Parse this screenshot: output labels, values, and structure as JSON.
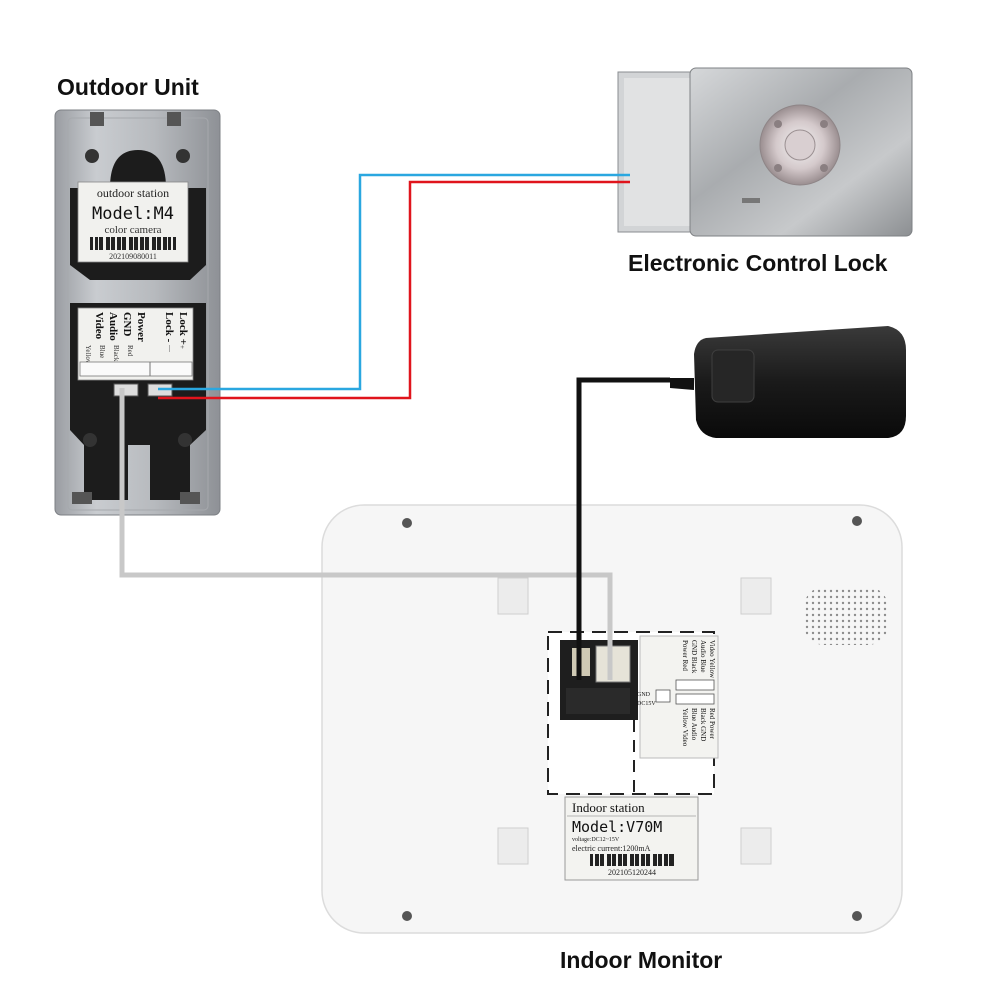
{
  "captions": {
    "outdoor_unit": "Outdoor Unit",
    "lock": "Electronic Control Lock",
    "indoor_monitor": "Indoor Monitor"
  },
  "outdoor_label": {
    "header": "outdoor station",
    "model": "Model:M4",
    "sub": "color camera",
    "serial": "202109080011"
  },
  "outdoor_terminals": {
    "names": [
      "Video",
      "Audio",
      "GND",
      "Power",
      "Lock -",
      "Lock +"
    ],
    "colors": [
      "Yellow",
      "Blue",
      "Black",
      "Red",
      "—",
      "+"
    ]
  },
  "indoor_label": {
    "header": "Indoor station",
    "model": "Model:V70M",
    "voltage": "voltage:DC12~15V",
    "current": "electric current:1200mA",
    "serial": "202105120244"
  },
  "indoor_terminals": {
    "top": [
      "Video Yellow",
      "Audio Blue",
      "GND Black",
      "Power Red"
    ],
    "bottom": [
      "Red Power",
      "Black GND",
      "Blue Audio",
      "Yellow Video"
    ],
    "dc": [
      "GND",
      "DC15V"
    ]
  },
  "colors": {
    "wire_blue": "#2aa7e0",
    "wire_red": "#e0141c",
    "wire_black": "#111111",
    "wire_gray": "#c8c8c8"
  }
}
